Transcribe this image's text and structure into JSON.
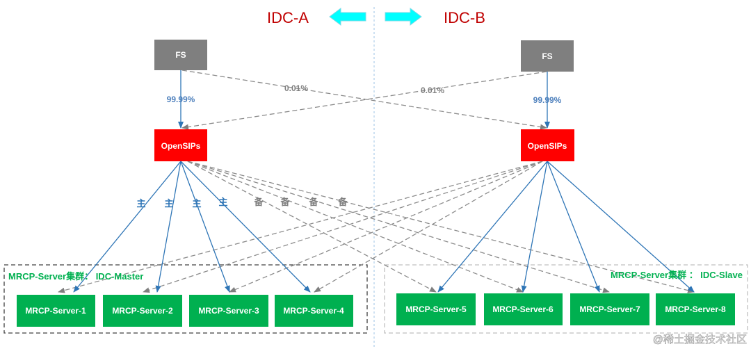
{
  "header": {
    "left_title": "IDC-A",
    "right_title": "IDC-B",
    "title_color": "#c00000"
  },
  "nodes": {
    "fs_left": "FS",
    "fs_right": "FS",
    "opensips_left": "OpenSIPs",
    "opensips_right": "OpenSIPs"
  },
  "edge_labels": {
    "left_primary_pct": "99.99%",
    "right_primary_pct": "99.99%",
    "left_cross_pct": "0.01%",
    "right_cross_pct": "0.01%",
    "primary_marks": [
      "主",
      "主",
      "主",
      "主"
    ],
    "backup_marks": [
      "备",
      "备",
      "备",
      "备"
    ]
  },
  "clusters": {
    "left_title": "MRCP-Server集群：  IDC-Master",
    "right_title": "MRCP-Server集群 ：  IDC-Slave",
    "left_servers": [
      "MRCP-Server-1",
      "MRCP-Server-2",
      "MRCP-Server-3",
      "MRCP-Server-4"
    ],
    "right_servers": [
      "MRCP-Server-5",
      "MRCP-Server-6",
      "MRCP-Server-7",
      "MRCP-Server-8"
    ]
  },
  "watermark": "@稀土掘金技术社区",
  "colors": {
    "fs_box": "#7f7f7f",
    "opensips_box": "#ff0000",
    "server_box": "#00b050",
    "cluster_title": "#00b050",
    "primary_line": "#2e75b6",
    "backup_line": "#8c8c8c",
    "arrow_cyan": "#00ffff",
    "pct_text": "#4f81bd"
  }
}
